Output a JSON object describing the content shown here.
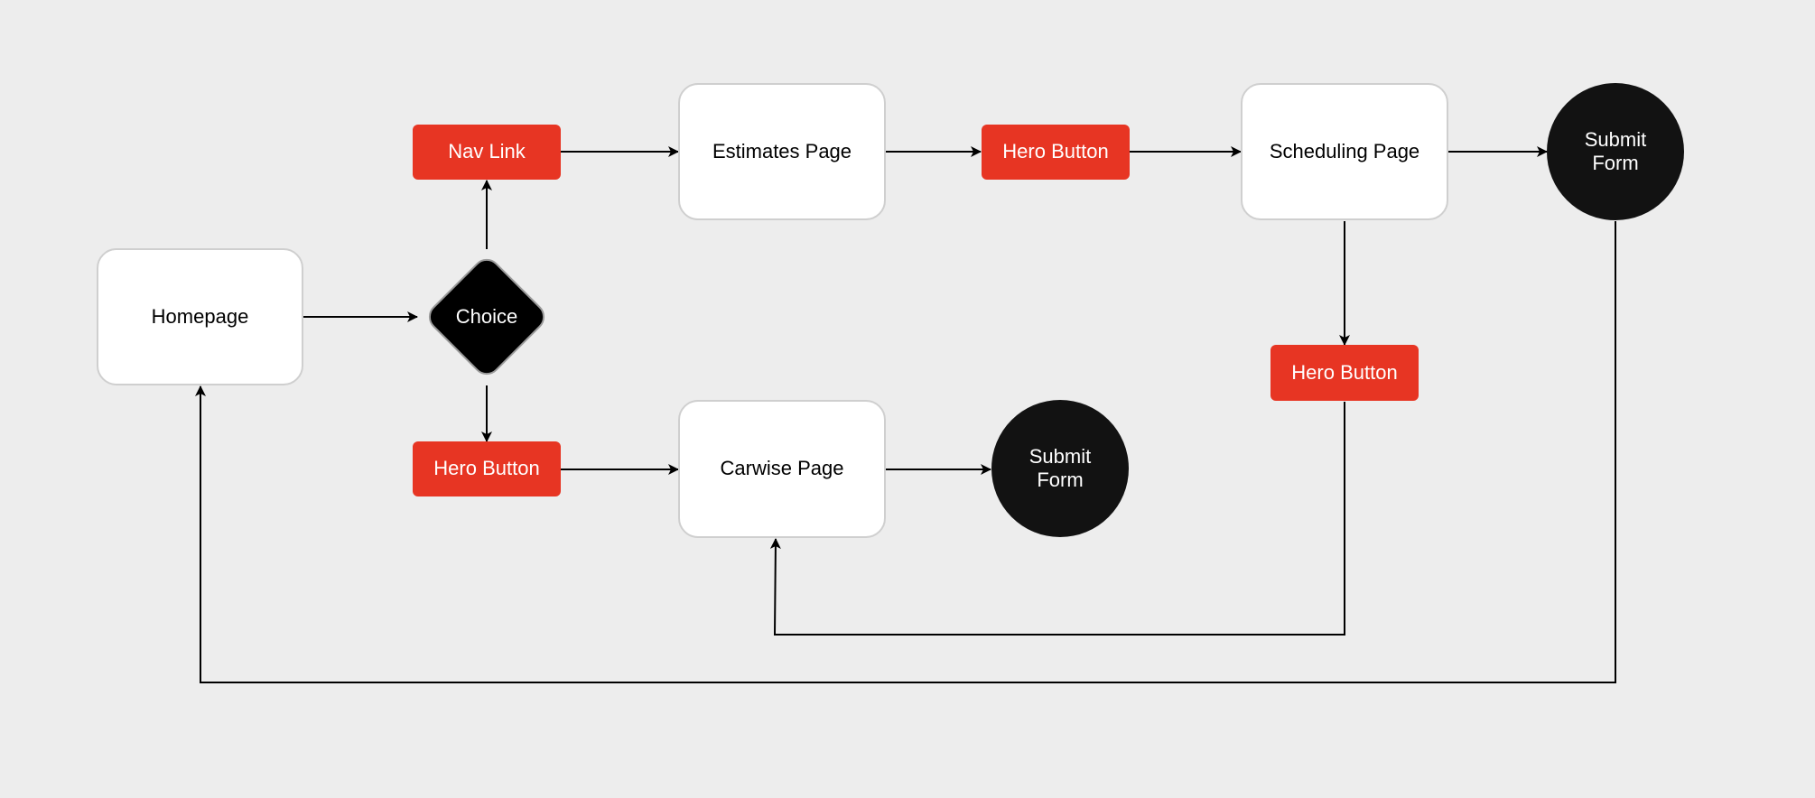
{
  "diagram": {
    "nodes": {
      "homepage": {
        "label": "Homepage"
      },
      "choice": {
        "label": "Choice"
      },
      "nav_link": {
        "label": "Nav Link"
      },
      "hero_button_1": {
        "label": "Hero Button"
      },
      "estimates_page": {
        "label": "Estimates Page"
      },
      "carwise_page": {
        "label": "Carwise Page"
      },
      "hero_button_2": {
        "label": "Hero Button"
      },
      "scheduling_page": {
        "label": "Scheduling Page"
      },
      "submit_form_1": {
        "label": "Submit Form"
      },
      "hero_button_3": {
        "label": "Hero Button"
      },
      "submit_form_2": {
        "label": "Submit Form"
      }
    },
    "edges": [
      {
        "from": "homepage",
        "to": "choice"
      },
      {
        "from": "choice",
        "to": "nav_link"
      },
      {
        "from": "choice",
        "to": "hero_button_1"
      },
      {
        "from": "nav_link",
        "to": "estimates_page"
      },
      {
        "from": "hero_button_1",
        "to": "carwise_page"
      },
      {
        "from": "estimates_page",
        "to": "hero_button_2"
      },
      {
        "from": "hero_button_2",
        "to": "scheduling_page"
      },
      {
        "from": "scheduling_page",
        "to": "submit_form_1"
      },
      {
        "from": "scheduling_page",
        "to": "hero_button_3"
      },
      {
        "from": "carwise_page",
        "to": "submit_form_2"
      },
      {
        "from": "hero_button_3",
        "to": "carwise_page"
      },
      {
        "from": "submit_form_1",
        "to": "homepage"
      }
    ],
    "colors": {
      "background": "#EDEDED",
      "page_fill": "#FFFFFF",
      "page_border": "#CFCFCF",
      "action_fill": "#E73523",
      "terminal_fill": "#121212",
      "decision_fill": "#000000",
      "edge": "#000000"
    }
  }
}
